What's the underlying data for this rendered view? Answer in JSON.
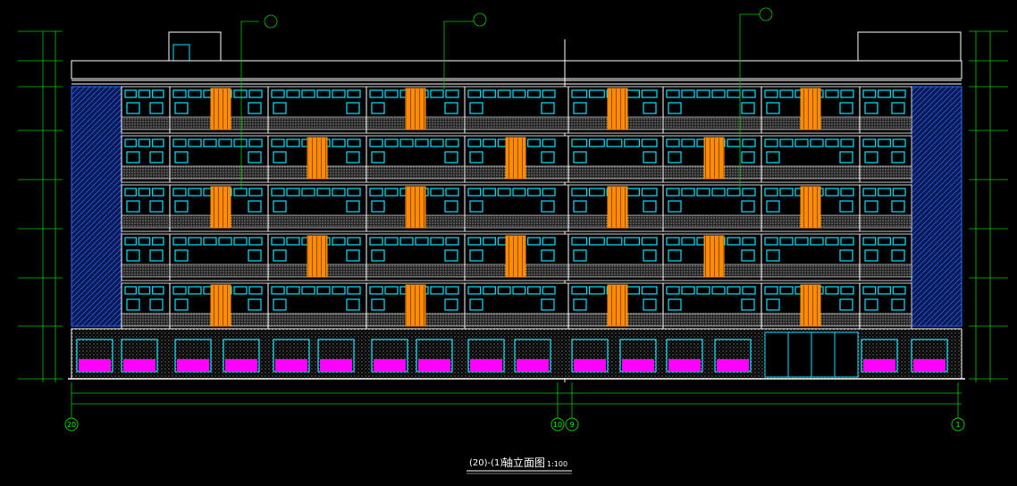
{
  "drawing": {
    "title_prefix": "(20)-(1)",
    "title_main": "轴立面图",
    "scale": "1:100",
    "axis_labels": {
      "left": "20",
      "mid_left": "10",
      "mid_right": "9",
      "right": "1"
    }
  },
  "colors": {
    "background": "#000000",
    "lines": "#ffffff",
    "window": "#00e5ff",
    "dimension": "#00c800",
    "orange_panel": "#ff8c00",
    "magenta_base": "#ff00ff",
    "blue_stair": "#2a5cff",
    "hatch": "#9a9a9a"
  }
}
